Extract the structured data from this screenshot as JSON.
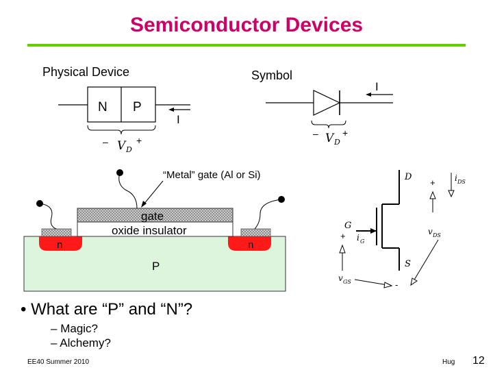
{
  "title": "Semiconductor Devices",
  "physical": {
    "heading": "Physical Device",
    "n_label": "N",
    "p_label": "P",
    "current_label": "I",
    "vd_minus": "–",
    "vd_plus": "+",
    "vd_label": "V",
    "vd_sub": "D"
  },
  "symbol": {
    "heading": "Symbol",
    "current_label": "I",
    "vd_minus": "–",
    "vd_plus": "+",
    "vd_label": "V",
    "vd_sub": "D"
  },
  "mosfet_cross_section": {
    "metal_gate_label": "“Metal” gate (Al or Si)",
    "gate_label": "gate",
    "oxide_label": "oxide insulator",
    "left_region": "n",
    "right_region": "n",
    "substrate": "P"
  },
  "mosfet_symbol": {
    "D": "D",
    "G": "G",
    "S": "S",
    "iDS": "i",
    "iDS_sub": "DS",
    "iG": "i",
    "iG_sub": "G",
    "vDS": "v",
    "vDS_sub": "DS",
    "vGS": "v",
    "vGS_sub": "GS",
    "plus": "+",
    "minus": "-"
  },
  "bullet": "What are “P” and “N”?",
  "sub_bullets": [
    "Magic?",
    "Alchemy?"
  ],
  "footer": {
    "course": "EE40 Summer 2010",
    "author": "Hug",
    "page": "12"
  },
  "colors": {
    "title": "#cc0066",
    "rule": "#66cc00",
    "substrate": "#ddf5dd",
    "n_region": "#ff1a1a"
  }
}
